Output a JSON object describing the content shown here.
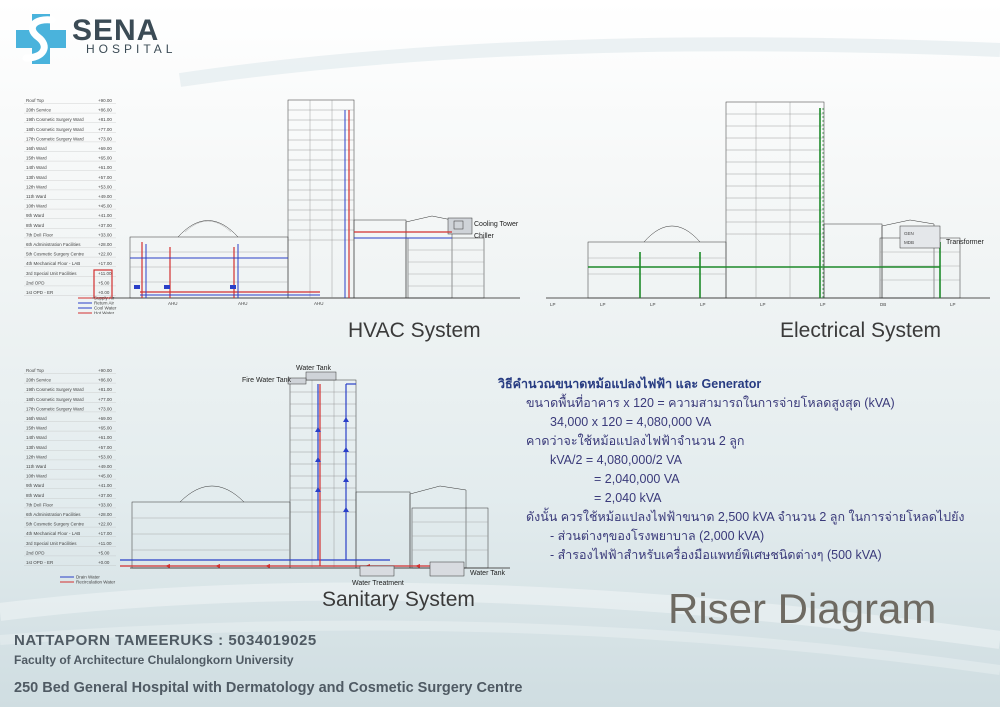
{
  "logo": {
    "name": "SENA",
    "sub": "HOSPITAL"
  },
  "levels": {
    "top": [
      "Roof Top",
      "20th Service",
      "19th Cosmetic Surgery Ward",
      "18th Cosmetic Surgery Ward",
      "17th Cosmetic Surgery Ward",
      "16th Ward",
      "15th Ward",
      "14th Ward",
      "13th Ward",
      "12th Ward",
      "11th Ward",
      "10th Ward",
      "9th Ward",
      "8th Ward",
      "7th Dx/I Floor",
      "6th Administration Facilities",
      "5th Cosmetic Surgery Centre",
      "4th Mechanical Floor - LAB",
      "3rd Special Unit Facilities",
      "2nd OPD",
      "1st OPD - ER"
    ],
    "top_elev": [
      "+90.00",
      "+86.00",
      "+81.00",
      "+77.00",
      "+73.00",
      "+69.00",
      "+65.00",
      "+61.00",
      "+57.00",
      "+53.00",
      "+49.00",
      "+45.00",
      "+41.00",
      "+37.00",
      "+33.00",
      "+28.00",
      "+22.00",
      "+17.00",
      "+11.00",
      "+5.00",
      "+0.00"
    ],
    "bottom": [
      "Roof Top",
      "20th Service",
      "19th Cosmetic Surgery Ward",
      "18th Cosmetic Surgery Ward",
      "17th Cosmetic Surgery Ward",
      "16th Ward",
      "15th Ward",
      "14th Ward",
      "13th Ward",
      "12th Ward",
      "11th Ward",
      "10th Ward",
      "9th Ward",
      "8th Ward",
      "7th Dx/I Floor",
      "6th Administration Facilities",
      "5th Cosmetic Surgery Centre",
      "4th Mechanical Floor - LAB",
      "3rd Special Unit Facilities",
      "2nd OPD",
      "1st OPD - ER"
    ],
    "bottom_elev": [
      "+90.00",
      "+86.00",
      "+81.00",
      "+77.00",
      "+73.00",
      "+69.00",
      "+65.00",
      "+61.00",
      "+57.00",
      "+53.00",
      "+49.00",
      "+45.00",
      "+41.00",
      "+37.00",
      "+33.00",
      "+28.00",
      "+22.00",
      "+17.00",
      "+11.00",
      "+5.00",
      "+0.00"
    ]
  },
  "hvac": {
    "title": "HVAC System",
    "cooling_tower": "Cooling Tower",
    "chiller": "Chiller",
    "legend": [
      "Supply Air",
      "Return Air",
      "Cool Water",
      "Hot Water"
    ],
    "ahu": [
      "AHU",
      "AHU",
      "AHU"
    ]
  },
  "electrical": {
    "title": "Electrical System",
    "transformer": "Transformer",
    "panel_labels": [
      "LP",
      "LP",
      "LP",
      "LP",
      "LP",
      "LP",
      "DB",
      "LP"
    ],
    "room_labels": [
      "GEN",
      "MDB"
    ]
  },
  "sanitary": {
    "title": "Sanitary System",
    "water_tank_top": "Water Tank",
    "fire_water_tank": "Fire Water Tank",
    "water_treatment": "Water Treatment",
    "water_tank_bottom": "Water Tank",
    "legend": [
      "Drain Water",
      "Recirculation Water"
    ]
  },
  "calculation": {
    "title": "วิธีคำนวณขนาดหม้อแปลงไฟฟ้า และ Generator",
    "lines": [
      "ขนาดพื้นที่อาคาร x 120 = ความสามารถในการจ่ายโหลดสูงสุด (kVA)",
      "34,000 x 120 = 4,080,000 VA",
      "คาดว่าจะใช้หม้อแปลงไฟฟ้าจำนวน 2 ลูก",
      "kVA/2 = 4,080,000/2 VA",
      "= 2,040,000 VA",
      "= 2,040 kVA",
      "ดังนั้น ควรใช้หม้อแปลงไฟฟ้าขนาด 2,500 kVA จำนวน 2 ลูก ในการจ่ายโหลดไปยัง",
      "- ส่วนต่างๆของโรงพยาบาล (2,000 kVA)",
      "- สำรองไฟฟ้าสำหรับเครื่องมือแพทย์พิเศษชนิดต่างๆ (500 kVA)"
    ]
  },
  "poster_title": "Riser Diagram",
  "author": "NATTAPORN  TAMEERUKS  :  5034019025",
  "faculty": "Faculty of Architecture Chulalongkorn University",
  "project": "250 Bed General Hospital with Dermatology and Cosmetic Surgery Centre",
  "colors": {
    "supply": "#d33030",
    "cool": "#2a3fc8",
    "electric": "#1e8a2a",
    "text_blue": "#283c82"
  }
}
